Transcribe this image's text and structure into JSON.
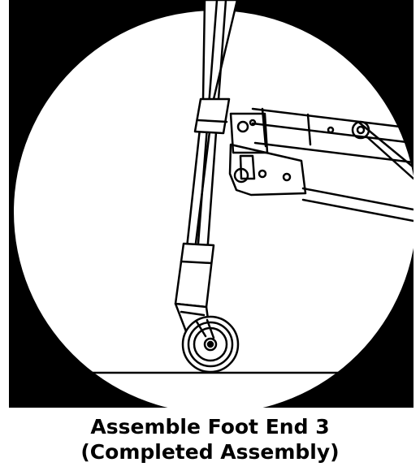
{
  "figure": {
    "icon": "bed-foot-end-caster-illustration",
    "background_color": "#000000",
    "line_color": "#000000",
    "fill_color": "#ffffff"
  },
  "caption": {
    "line1": "Assemble Foot End 3",
    "line2": "(Completed Assembly)"
  }
}
